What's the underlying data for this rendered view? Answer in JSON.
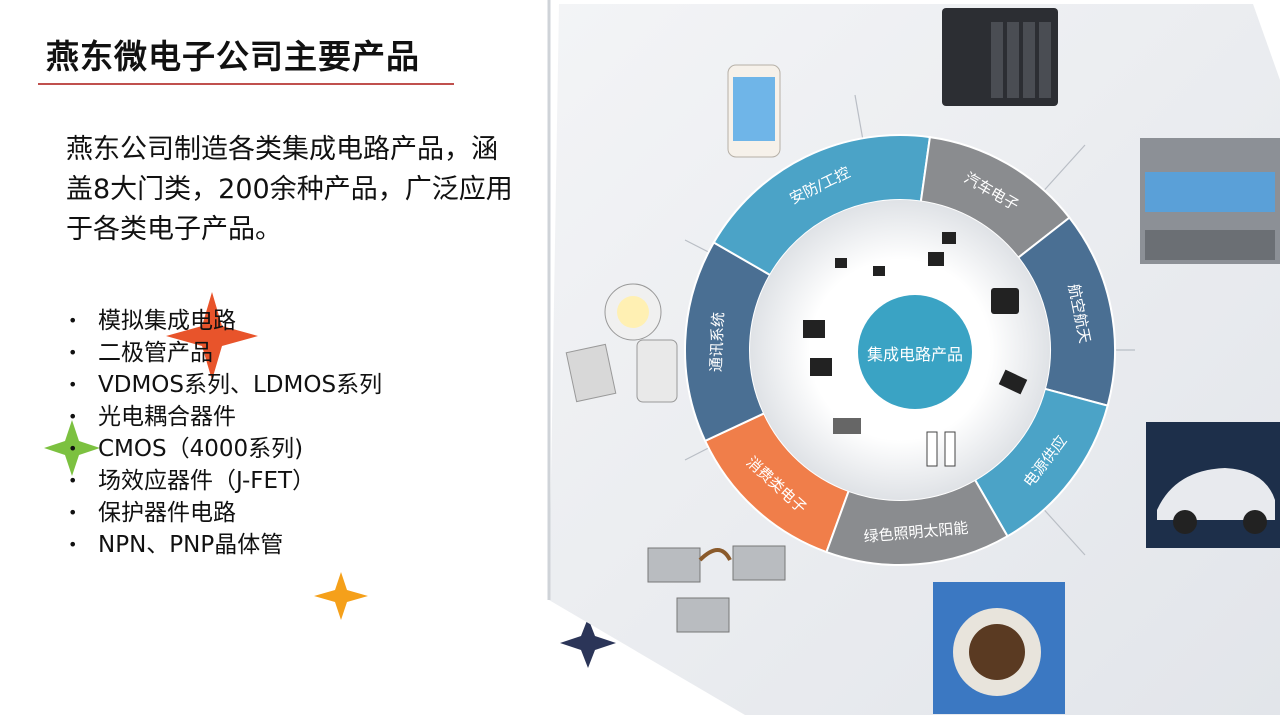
{
  "slide": {
    "title": "燕东微电子公司主要产品",
    "intro": "燕东公司制造各类集成电路产品，涵盖8大门类，200余种产品，广泛应用于各类电子产品。",
    "products": [
      "模拟集成电路",
      "二极管产品",
      "VDMOS系列、LDMOS系列",
      "光电耦合器件",
      "CMOS（4000系列)",
      "场效应器件（J-FET）",
      "保护器件电路",
      "NPN、PNP晶体管"
    ],
    "bullet_glyph": "•"
  },
  "diagram": {
    "center_label": "集成电路产品",
    "segments": [
      {
        "label": "消费类电子",
        "color": "#f07e4a"
      },
      {
        "label": "通讯系统",
        "color": "#4a6f93"
      },
      {
        "label": "安防/工控",
        "color": "#4ba3c7"
      },
      {
        "label": "汽车电子",
        "color": "#8a8c8f"
      },
      {
        "label": "航空航天",
        "color": "#4a6f93"
      },
      {
        "label": "电源供应",
        "color": "#4ba3c7"
      },
      {
        "label": "绿色照明太阳能",
        "color": "#8a8c8f"
      }
    ]
  },
  "colors": {
    "accent_rule": "#c0504d",
    "star_red": "#e8542b",
    "star_green": "#7cc140",
    "star_orange": "#f5a01a",
    "star_navy": "#2b3558",
    "center_fill": "#3aa3c4"
  }
}
